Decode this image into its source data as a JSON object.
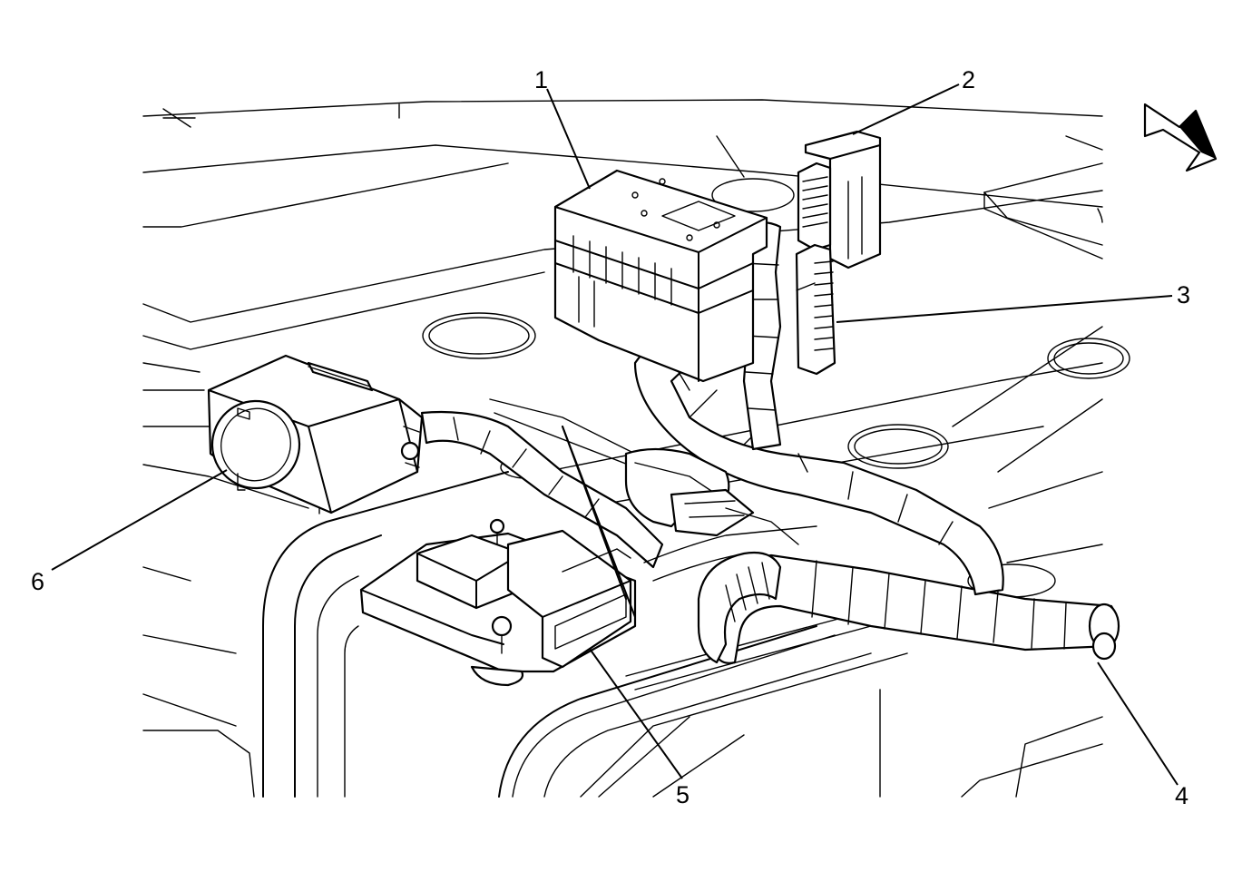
{
  "diagram": {
    "callouts": [
      {
        "id": "1",
        "label": "1"
      },
      {
        "id": "2",
        "label": "2"
      },
      {
        "id": "3",
        "label": "3"
      },
      {
        "id": "4",
        "label": "4"
      },
      {
        "id": "5",
        "label": "5"
      },
      {
        "id": "6",
        "label": "6"
      }
    ],
    "orientation_arrow_icon": "front-direction-arrow-icon"
  }
}
